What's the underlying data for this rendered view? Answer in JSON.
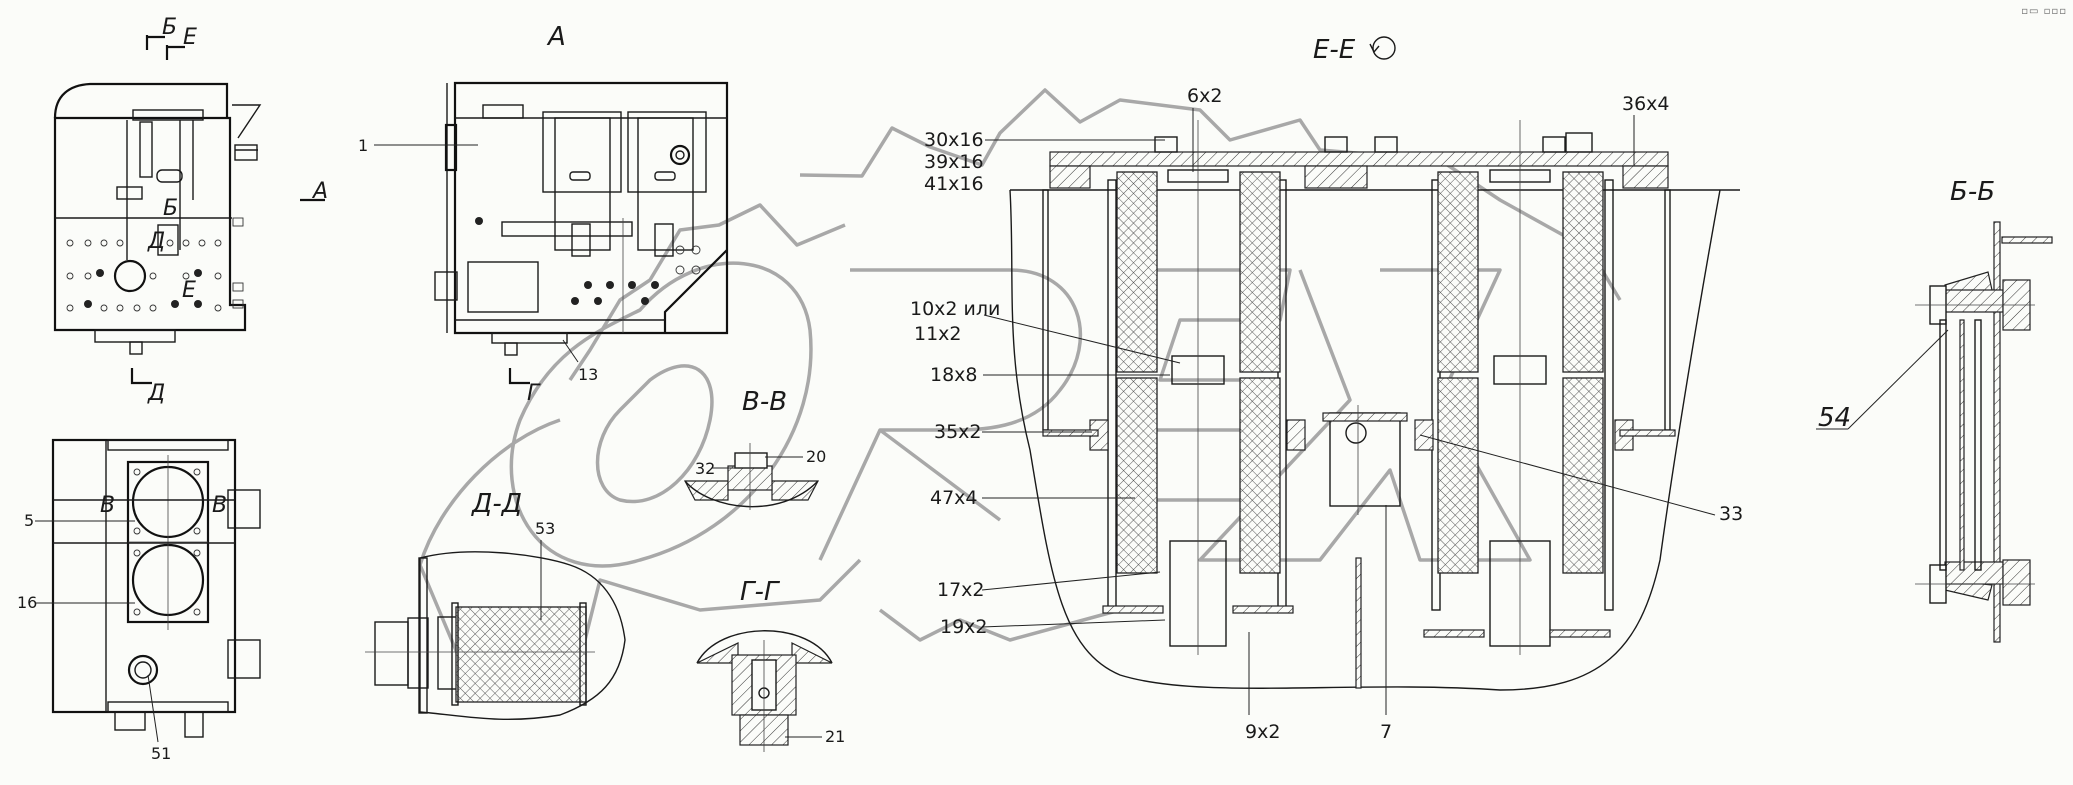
{
  "drawing": {
    "views": {
      "top_left_view_cut_marks": [
        "Б",
        "Е"
      ],
      "view_a_arrow": "А",
      "top_left_inner_marks": [
        "Б",
        "Д",
        "Е"
      ],
      "top_left_bottom_mark": "Д",
      "view_a_title": "А",
      "view_a_cut_mark": "Г",
      "section_ee_title": "Е-Е",
      "section_bb_title": "Б-Б",
      "section_vv_title": "В-В",
      "section_dd_title": "Д-Д",
      "section_gg_title": "Г-Г",
      "bottom_left_marks": [
        "В",
        "В"
      ]
    },
    "callouts": {
      "view_a": [
        "1",
        "13"
      ],
      "bottom_left": [
        "5",
        "16",
        "51"
      ],
      "section_vv": [
        "32",
        "20"
      ],
      "section_dd": [
        "53"
      ],
      "section_gg": [
        "21"
      ],
      "section_ee_left": [
        "30x16",
        "39x16",
        "41x16",
        "10x2 или",
        "11x2",
        "18x8",
        "35x2",
        "47x4",
        "17x2",
        "19x2"
      ],
      "section_ee_top": [
        "6x2",
        "36x4"
      ],
      "section_ee_bottom": [
        "9x2",
        "7"
      ],
      "section_ee_right": [
        "33"
      ],
      "section_bb": [
        "54"
      ]
    },
    "watermark": "ОРЕХ",
    "watermark_color": "#a8a8a8",
    "line_color": "#1a1a1a",
    "background_color": "#fbfcf9"
  },
  "toolbar": {
    "icons": [
      "view-toggle-icon",
      "more-options-icon"
    ]
  }
}
